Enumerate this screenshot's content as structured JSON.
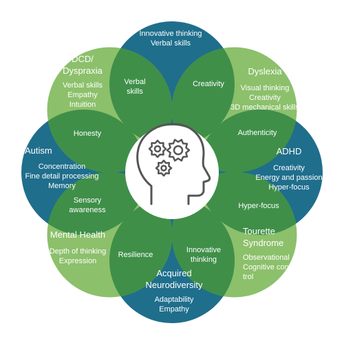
{
  "colors": {
    "dark": "#1f6e8c",
    "light": "#8cc06b",
    "overlap": "#3f8f49",
    "icon": "#555555"
  },
  "petals": [
    {
      "key": "dyscalculia",
      "title": [
        "Dyscalculia"
      ],
      "lines": [
        "Innovative thinking",
        "Verbal skills"
      ],
      "tone": "dark"
    },
    {
      "key": "dyslexia",
      "title": [
        "Dyslexia"
      ],
      "lines": [
        "Visual thinking",
        "Creativity",
        "3D mechanical skills"
      ],
      "tone": "light"
    },
    {
      "key": "adhd",
      "title": [
        "ADHD"
      ],
      "lines": [
        "Creativity",
        "Energy and passion",
        "Hyper-focus"
      ],
      "tone": "dark"
    },
    {
      "key": "tourette",
      "title": [
        "Tourette",
        "Syndrome"
      ],
      "lines": [
        "Observational",
        "Cognitive con-",
        "trol"
      ],
      "tone": "light"
    },
    {
      "key": "acquired",
      "title": [
        "Acquired",
        "Neurodiversity"
      ],
      "lines": [
        "Adaptability",
        "Empathy"
      ],
      "tone": "dark"
    },
    {
      "key": "mental_health",
      "title": [
        "Mental Health"
      ],
      "lines": [
        "Depth of thinking",
        "Expression"
      ],
      "tone": "light"
    },
    {
      "key": "autism",
      "title": [
        "Autism"
      ],
      "lines": [
        "Concentration",
        "Fine detail processing",
        "Memory"
      ],
      "tone": "dark"
    },
    {
      "key": "dcd",
      "title": [
        "DCD/",
        "Dyspraxia"
      ],
      "lines": [
        "Verbal skills",
        "Empathy",
        "Intuition"
      ],
      "tone": "light"
    }
  ],
  "overlaps": [
    {
      "key": "dcd_dyscalculia",
      "lines": [
        "Verbal",
        "skills"
      ]
    },
    {
      "key": "dyscalculia_dyslexia",
      "lines": [
        "Creativity"
      ]
    },
    {
      "key": "dyslexia_adhd",
      "lines": [
        "Authenticity"
      ]
    },
    {
      "key": "adhd_tourette",
      "lines": [
        "Hyper-focus"
      ]
    },
    {
      "key": "tourette_acquired",
      "lines": [
        "Innovative",
        "thinking"
      ]
    },
    {
      "key": "acquired_mental",
      "lines": [
        "Resilience"
      ]
    },
    {
      "key": "mental_autism",
      "lines": [
        "Sensory",
        "awareness"
      ]
    },
    {
      "key": "autism_dcd",
      "lines": [
        "Honesty"
      ]
    }
  ],
  "center_icon": "head-with-gears-icon"
}
